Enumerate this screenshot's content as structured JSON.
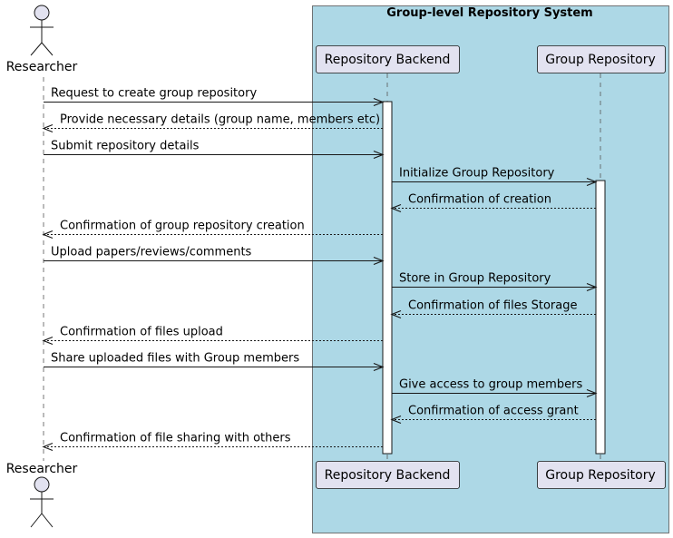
{
  "colors": {
    "box_fill": "#ADD8E6",
    "participant_fill": "#E2E2F0",
    "line": "#181818",
    "lifeline": "#555555",
    "activation_fill": "#FFFFFF"
  },
  "box": {
    "title": "Group-level Repository System"
  },
  "participants": {
    "researcher": "Researcher",
    "backend": "Repository Backend",
    "group_repo": "Group Repository"
  },
  "messages": [
    {
      "from": "researcher",
      "to": "backend",
      "style": "solid",
      "label": "Request to create group repository"
    },
    {
      "from": "backend",
      "to": "researcher",
      "style": "dashed",
      "label": "Provide necessary details (group name, members etc)"
    },
    {
      "from": "researcher",
      "to": "backend",
      "style": "solid",
      "label": "Submit repository details"
    },
    {
      "from": "backend",
      "to": "group_repo",
      "style": "solid",
      "label": "Initialize Group Repository"
    },
    {
      "from": "group_repo",
      "to": "backend",
      "style": "dashed",
      "label": "Confirmation of creation"
    },
    {
      "from": "backend",
      "to": "researcher",
      "style": "dashed",
      "label": "Confirmation of group repository creation"
    },
    {
      "from": "researcher",
      "to": "backend",
      "style": "solid",
      "label": "Upload papers/reviews/comments"
    },
    {
      "from": "backend",
      "to": "group_repo",
      "style": "solid",
      "label": "Store in Group Repository"
    },
    {
      "from": "group_repo",
      "to": "backend",
      "style": "dashed",
      "label": "Confirmation of files Storage"
    },
    {
      "from": "backend",
      "to": "researcher",
      "style": "dashed",
      "label": "Confirmation of files upload"
    },
    {
      "from": "researcher",
      "to": "backend",
      "style": "solid",
      "label": "Share uploaded files with Group members"
    },
    {
      "from": "backend",
      "to": "group_repo",
      "style": "solid",
      "label": "Give access to group members"
    },
    {
      "from": "group_repo",
      "to": "backend",
      "style": "dashed",
      "label": "Confirmation of access grant"
    },
    {
      "from": "backend",
      "to": "researcher",
      "style": "dashed",
      "label": "Confirmation of file sharing with others"
    }
  ]
}
